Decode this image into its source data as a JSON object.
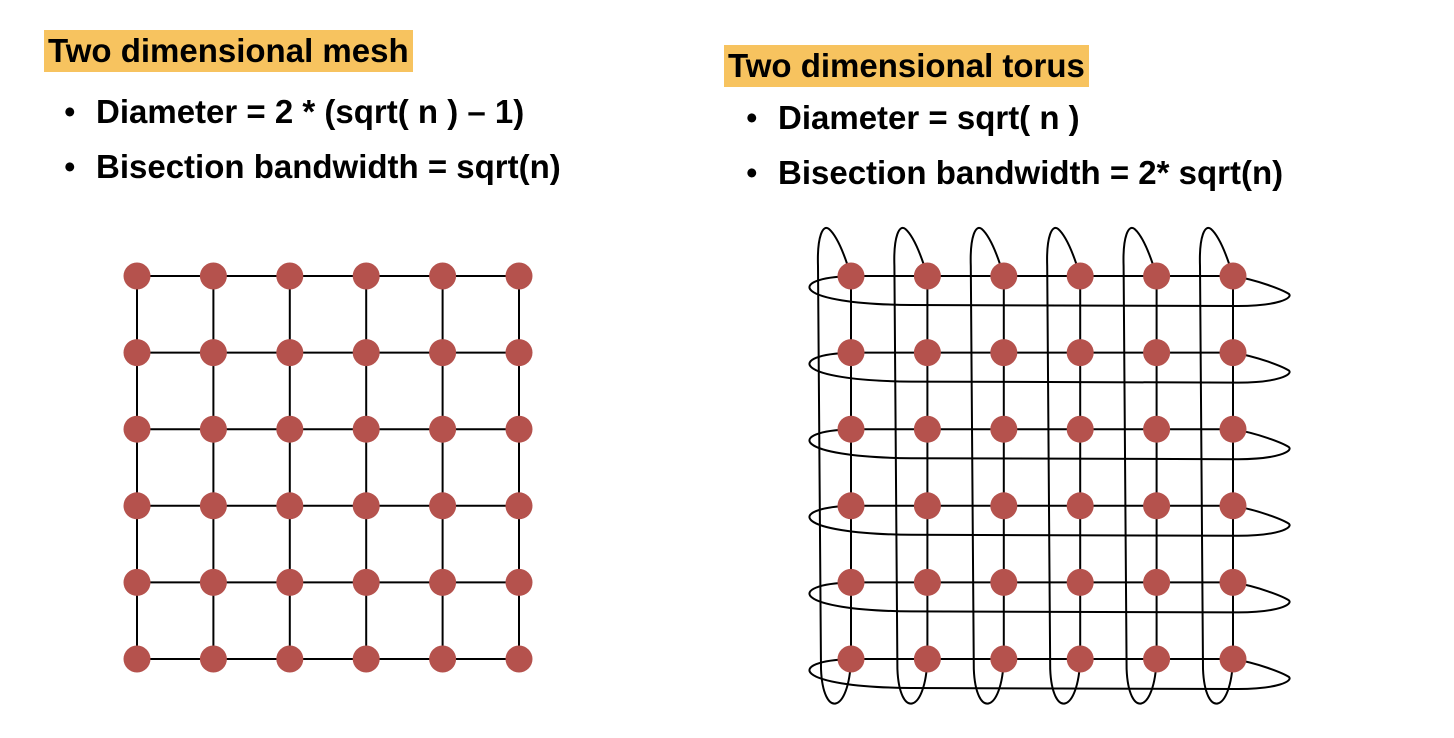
{
  "mesh": {
    "title": "Two dimensional mesh",
    "bullets": [
      "Diameter = 2 * (sqrt( n ) – 1)",
      "Bisection bandwidth =   sqrt(n)"
    ],
    "rows": 6,
    "cols": 6
  },
  "torus": {
    "title": "Two dimensional torus",
    "bullets": [
      "Diameter = sqrt( n )",
      "Bisection bandwidth =   2* sqrt(n)"
    ],
    "rows": 6,
    "cols": 6
  },
  "colors": {
    "node": "#b5524d",
    "edge": "#000000",
    "title_highlight": "#f7c35f"
  }
}
